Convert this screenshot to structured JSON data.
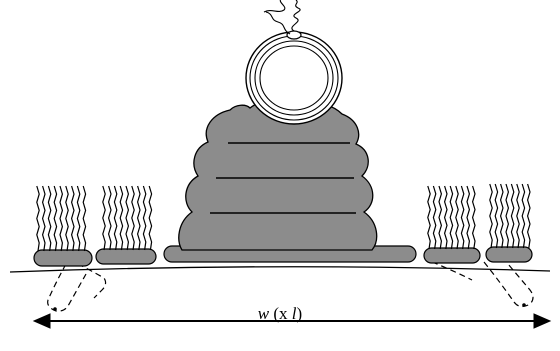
{
  "label": {
    "variable_w": "w",
    "open": " (x ",
    "variable_l": "l",
    "close": ")"
  },
  "colors": {
    "fill": "#8c8c8c",
    "stroke": "#000000",
    "background": "#ffffff"
  }
}
